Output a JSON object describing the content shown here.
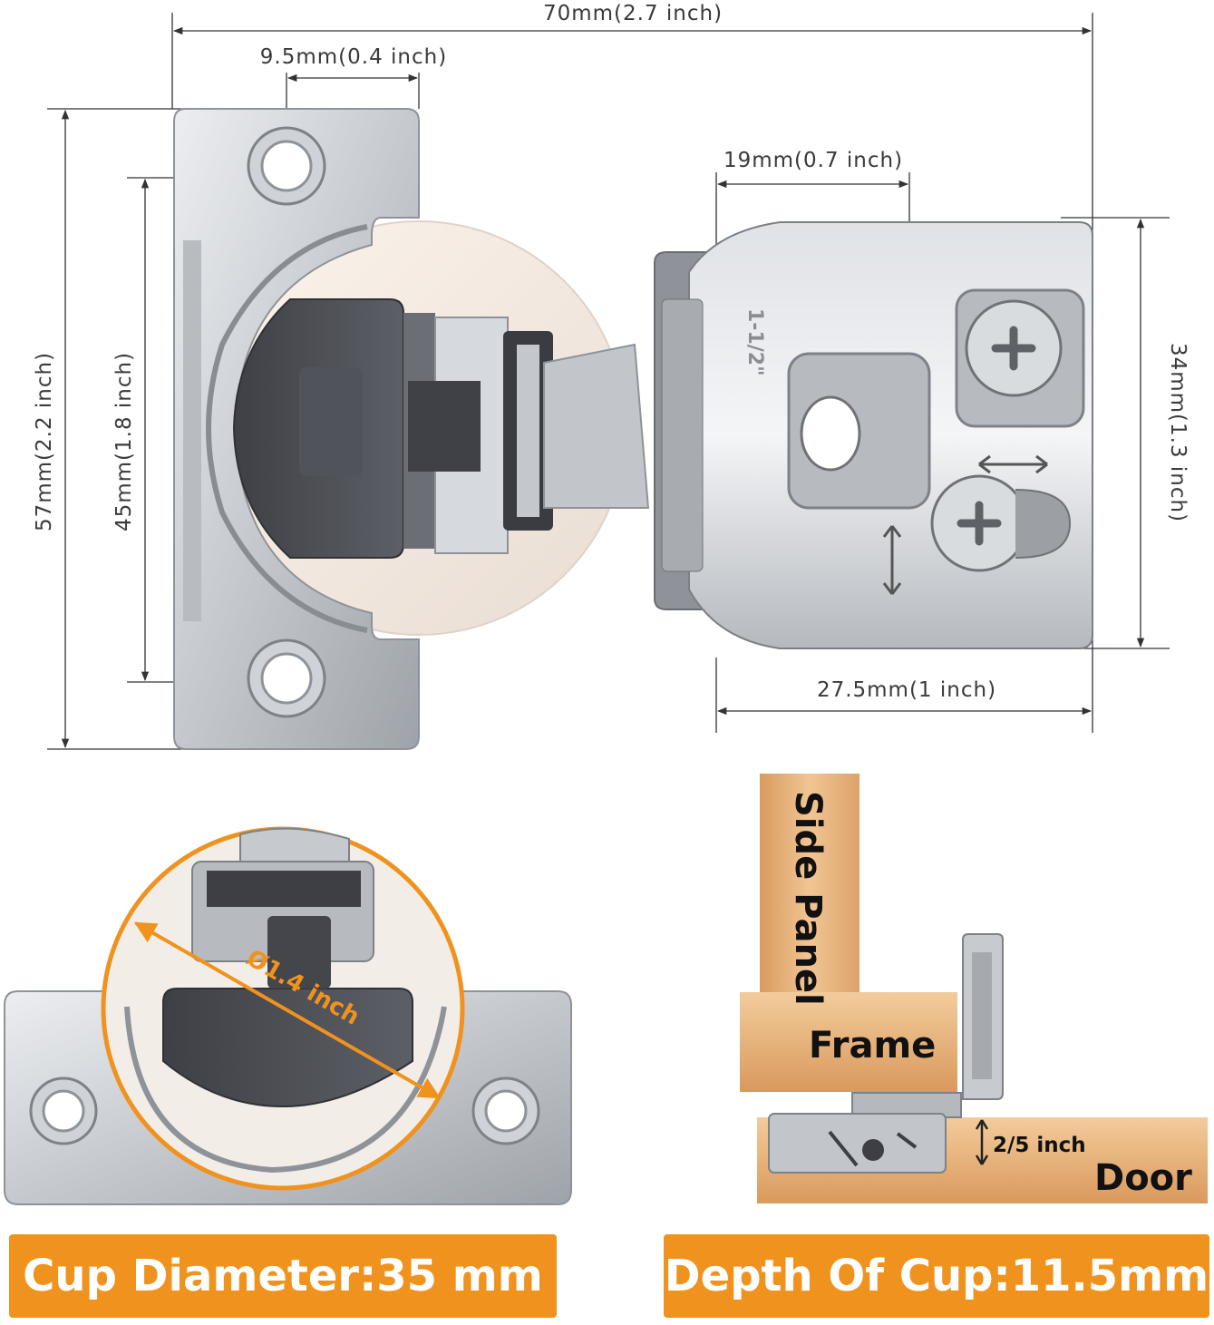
{
  "dimensions": {
    "overall_width": "70mm(2.7 inch)",
    "hole_offset": "9.5mm(0.4 inch)",
    "plate_width": "19mm(0.7 inch)",
    "overall_height": "57mm(2.2 inch)",
    "hole_spacing": "45mm(1.8 inch)",
    "plate_height": "34mm(1.3 inch)",
    "plate_depth": "27.5mm(1 inch)"
  },
  "plate_marking": "1-1/2\"",
  "cup_label": "Ø1.4 inch",
  "install": {
    "side_panel": "Side Panel",
    "frame": "Frame",
    "door": "Door",
    "overlay": "2/5 inch"
  },
  "banners": {
    "cup_diameter": "Cup Diameter:35 mm",
    "cup_depth": "Depth Of Cup:11.5mm"
  },
  "colors": {
    "accent": "#f0921e",
    "metal": "#c9ccd1",
    "cup": "#4a4c52",
    "wood": "#e7b27c"
  }
}
